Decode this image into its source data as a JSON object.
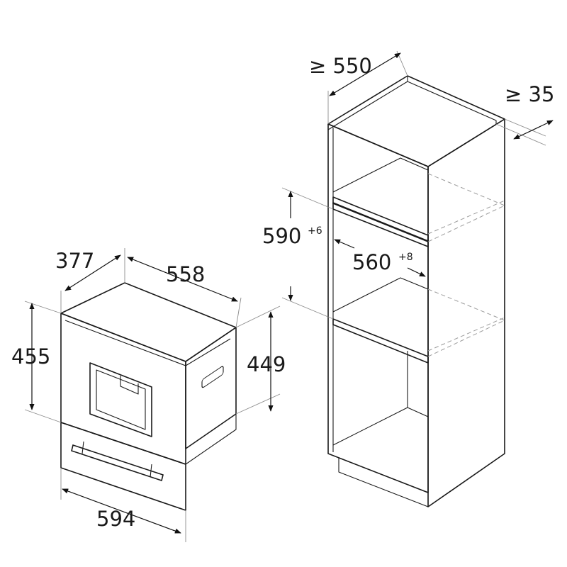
{
  "appliance_dimensions": {
    "width": "594",
    "body_width": "558",
    "depth": "377",
    "height_front": "455",
    "height_side": "449"
  },
  "niche_dimensions": {
    "min_depth": "≥ 550",
    "min_clearance": "≥ 35",
    "niche_height": "590",
    "niche_height_tol": "+6",
    "niche_width": "560",
    "niche_width_tol": "+8"
  },
  "colors": {
    "line": "#1a1a1a",
    "dashed": "#9a9a9a",
    "background": "#ffffff"
  }
}
